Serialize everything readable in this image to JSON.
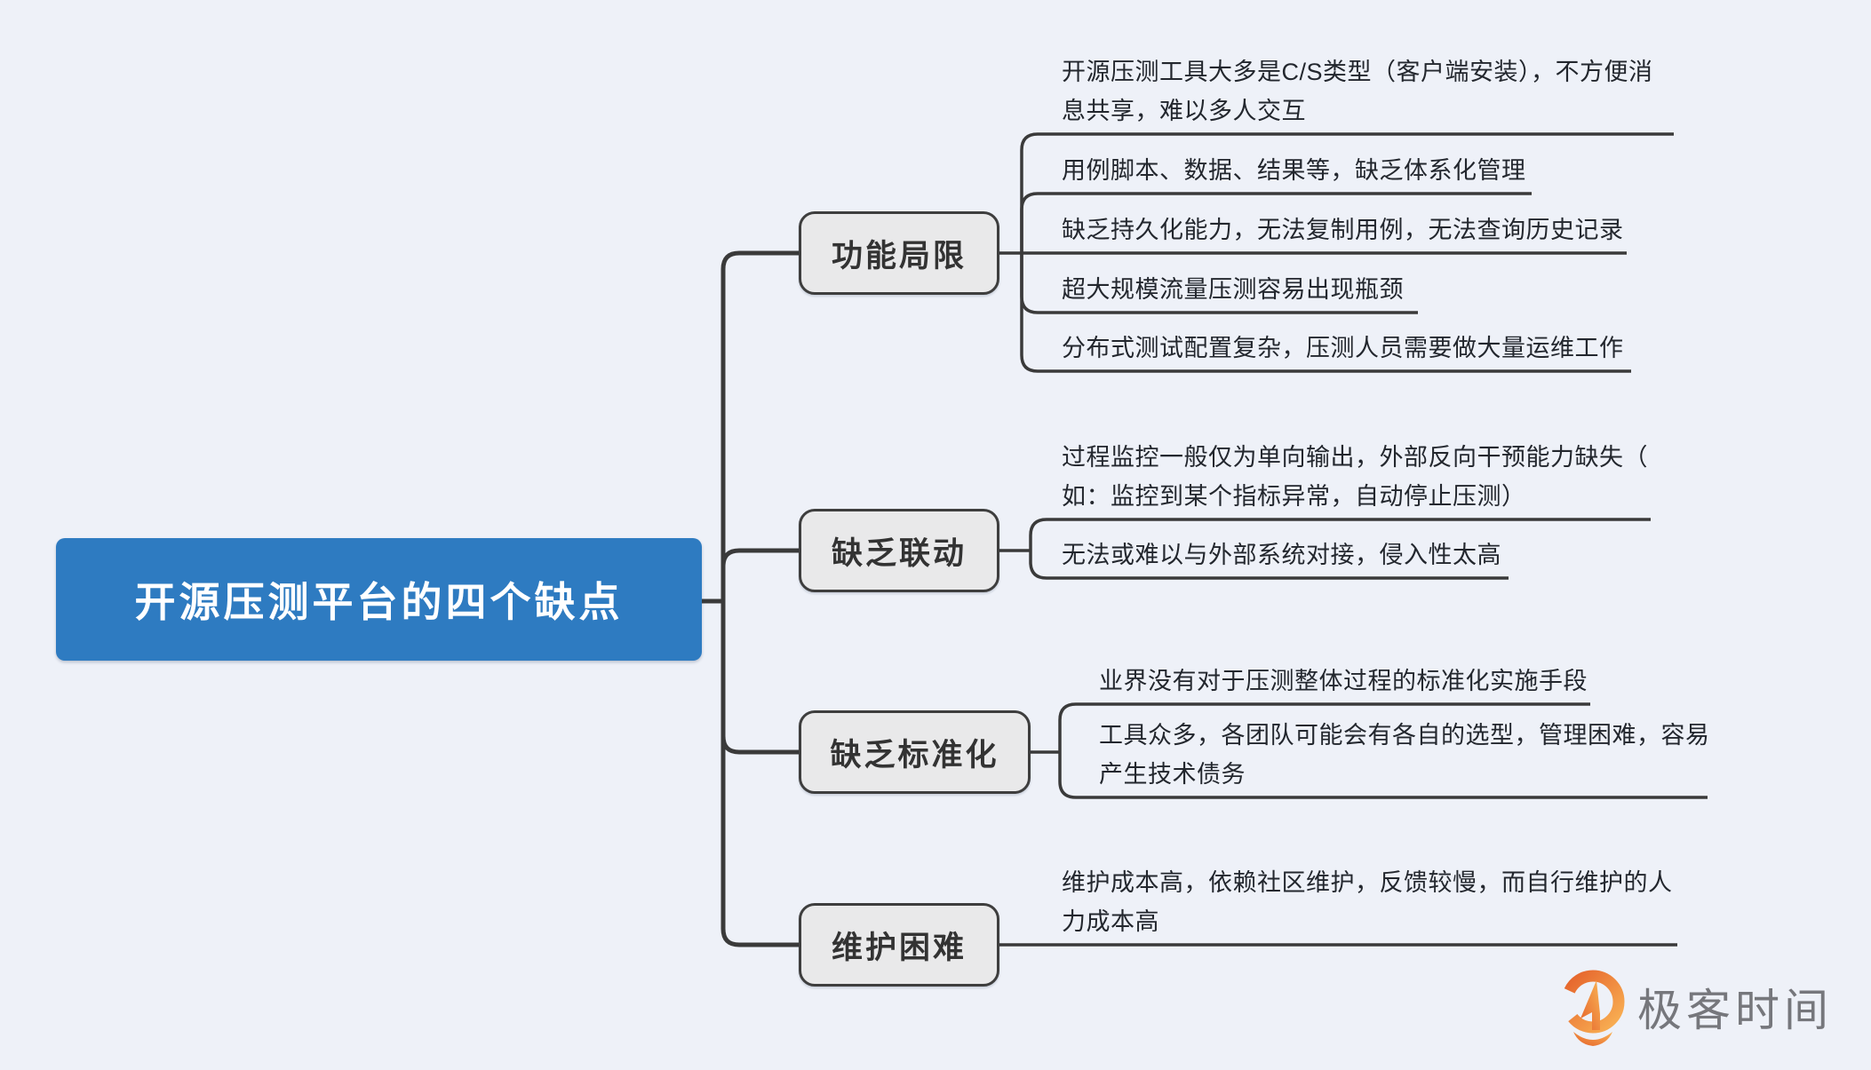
{
  "canvas": {
    "background_color": "#EEF1F8",
    "connector_color": "#3A3A3A"
  },
  "root": {
    "label": "开源压测平台的四个缺点",
    "fill_color": "#2E7BC1",
    "text_color": "#FFFFFF"
  },
  "branch_style": {
    "fill_color": "#E9E9EA",
    "border_color": "#3E3E3E",
    "text_color": "#333333"
  },
  "branches": [
    {
      "label": "功能局限",
      "leaves": [
        "开源压测工具大多是C/S类型（客户端安装），不方便消\n息共享，难以多人交互",
        "用例脚本、数据、结果等，缺乏体系化管理",
        "缺乏持久化能力，无法复制用例，无法查询历史记录",
        "超大规模流量压测容易出现瓶颈",
        "分布式测试配置复杂，压测人员需要做大量运维工作"
      ]
    },
    {
      "label": "缺乏联动",
      "leaves": [
        "过程监控一般仅为单向输出，外部反向干预能力缺失（\n如：监控到某个指标异常，自动停止压测）",
        "无法或难以与外部系统对接，侵入性太高"
      ]
    },
    {
      "label": "缺乏标准化",
      "leaves": [
        "业界没有对于压测整体过程的标准化实施手段",
        "工具众多，各团队可能会有各自的选型，管理困难，容易\n产生技术债务"
      ]
    },
    {
      "label": "维护困难",
      "leaves": [
        "维护成本高，依赖社区维护，反馈较慢，而自行维护的人\n力成本高"
      ]
    }
  ],
  "logo": {
    "label": "极客时间",
    "text_color": "#76777C",
    "icon": "geektime-pin-icon",
    "icon_color_top": "#F9B254",
    "icon_color_bottom": "#E5622B"
  }
}
